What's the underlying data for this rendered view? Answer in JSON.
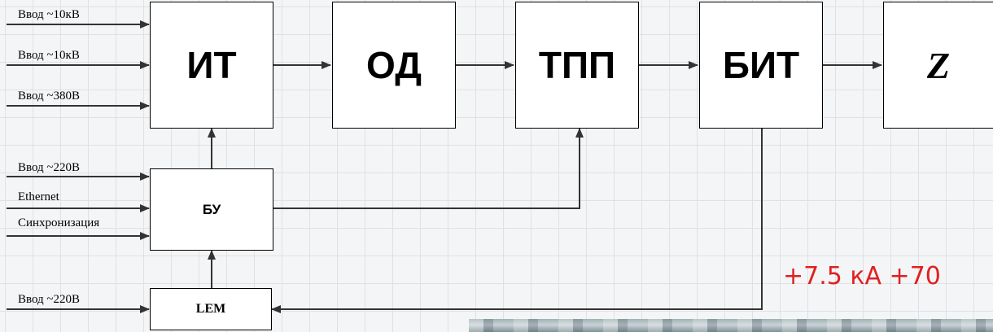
{
  "blocks": {
    "it": "ИТ",
    "od": "ОД",
    "tpp": "ТПП",
    "bit": "БИТ",
    "z": "Z",
    "bu": "БУ",
    "lem": "LEM"
  },
  "it_inputs": [
    "Ввод ~10кВ",
    "Ввод ~10кВ",
    "Ввод ~380В"
  ],
  "bu_inputs": [
    "Ввод ~220В",
    "Ethernet",
    "Синхронизация"
  ],
  "lem_input": "Ввод ~220В",
  "annotation": "+7.5 кА +70"
}
